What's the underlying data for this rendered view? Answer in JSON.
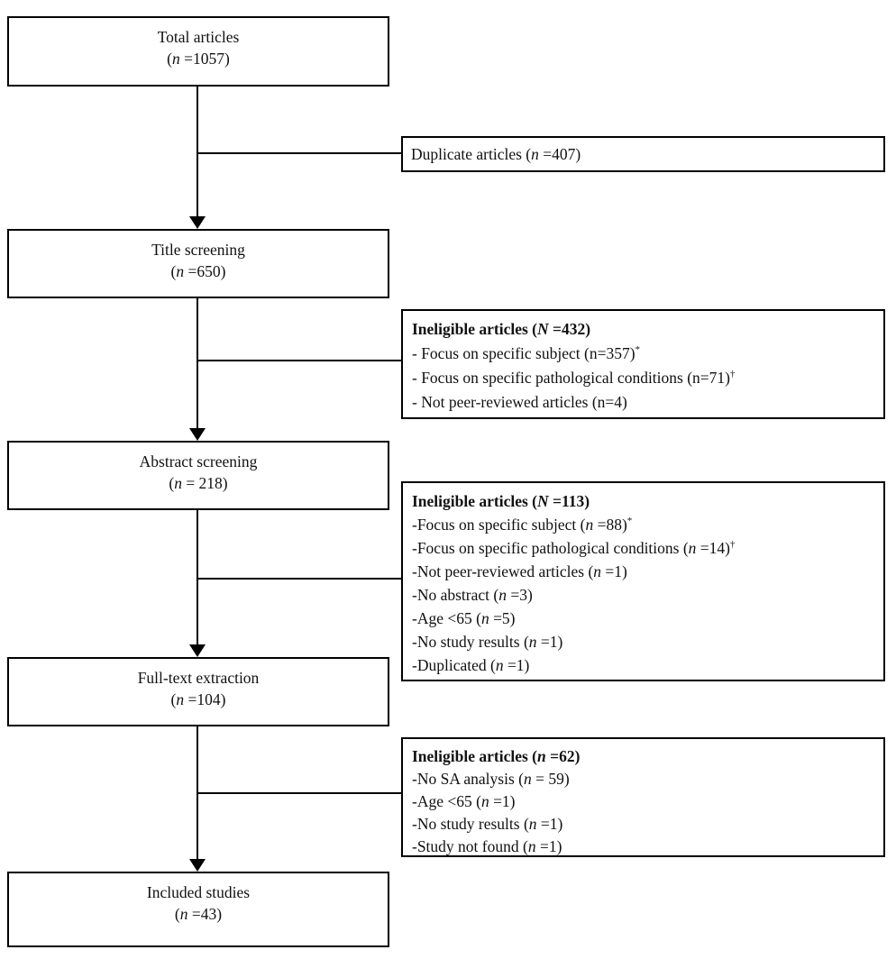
{
  "flow": {
    "colors": {
      "border": "#000000",
      "text": "#111111",
      "background": "#ffffff"
    },
    "main_boxes": [
      {
        "name": "total-articles",
        "lines": [
          [
            {
              "t": "Total articles"
            }
          ],
          [
            {
              "t": "("
            },
            {
              "t": "n",
              "s": "i"
            },
            {
              "t": " =1057)"
            }
          ]
        ]
      },
      {
        "name": "title-screening",
        "lines": [
          [
            {
              "t": "Title screening"
            }
          ],
          [
            {
              "t": "("
            },
            {
              "t": "n",
              "s": "i"
            },
            {
              "t": " =650)"
            }
          ]
        ]
      },
      {
        "name": "abstract-screening",
        "lines": [
          [
            {
              "t": "Abstract screening"
            }
          ],
          [
            {
              "t": "("
            },
            {
              "t": "n",
              "s": "i"
            },
            {
              "t": " = 218)"
            }
          ]
        ]
      },
      {
        "name": "full-text-extraction",
        "lines": [
          [
            {
              "t": "Full-text extraction"
            }
          ],
          [
            {
              "t": "("
            },
            {
              "t": "n",
              "s": "i"
            },
            {
              "t": " =104)"
            }
          ]
        ]
      },
      {
        "name": "included-studies",
        "lines": [
          [
            {
              "t": "Included studies"
            }
          ],
          [
            {
              "t": "("
            },
            {
              "t": "n",
              "s": "i"
            },
            {
              "t": " =43)"
            }
          ]
        ]
      }
    ],
    "side_boxes": [
      {
        "name": "duplicate-articles",
        "lines": [
          [
            {
              "t": "Duplicate articles ("
            },
            {
              "t": "n",
              "s": "i"
            },
            {
              "t": " =407)"
            }
          ]
        ]
      },
      {
        "name": "ineligible-title-screening",
        "lines": [
          [
            {
              "t": "Ineligible articles (",
              "s": "b"
            },
            {
              "t": "N",
              "s": "bi"
            },
            {
              "t": " =432)",
              "s": "b"
            }
          ],
          [
            {
              "t": "- Focus on specific subject (n=357)"
            },
            {
              "t": "*",
              "s": "sup"
            }
          ],
          [
            {
              "t": "- Focus on specific pathological conditions (n=71)"
            },
            {
              "t": "†",
              "s": "sup"
            }
          ],
          [
            {
              "t": "- Not peer-reviewed articles (n=4)"
            }
          ]
        ]
      },
      {
        "name": "ineligible-abstract-screening",
        "lines": [
          [
            {
              "t": "Ineligible articles (",
              "s": "b"
            },
            {
              "t": "N",
              "s": "bi"
            },
            {
              "t": " =113)",
              "s": "b"
            }
          ],
          [
            {
              "t": "-Focus on specific subject ("
            },
            {
              "t": "n",
              "s": "i"
            },
            {
              "t": " =88)"
            },
            {
              "t": "*",
              "s": "sup"
            }
          ],
          [
            {
              "t": "-Focus on specific pathological conditions ("
            },
            {
              "t": "n",
              "s": "i"
            },
            {
              "t": " =14)"
            },
            {
              "t": "†",
              "s": "sup"
            }
          ],
          [
            {
              "t": "-Not peer-reviewed articles ("
            },
            {
              "t": "n",
              "s": "i"
            },
            {
              "t": " =1)"
            }
          ],
          [
            {
              "t": "-No abstract ("
            },
            {
              "t": "n",
              "s": "i"
            },
            {
              "t": " =3)"
            }
          ],
          [
            {
              "t": "-Age <65 ("
            },
            {
              "t": "n",
              "s": "i"
            },
            {
              "t": " =5)"
            }
          ],
          [
            {
              "t": "-No study results ("
            },
            {
              "t": "n",
              "s": "i"
            },
            {
              "t": " =1)"
            }
          ],
          [
            {
              "t": "-Duplicated ("
            },
            {
              "t": "n",
              "s": "i"
            },
            {
              "t": " =1)"
            }
          ]
        ]
      },
      {
        "name": "ineligible-full-text",
        "lines": [
          [
            {
              "t": "Ineligible articles (",
              "s": "b"
            },
            {
              "t": "n",
              "s": "bi"
            },
            {
              "t": " =62)",
              "s": "b"
            }
          ],
          [
            {
              "t": "-No SA analysis ("
            },
            {
              "t": "n",
              "s": "i"
            },
            {
              "t": " = 59)"
            }
          ],
          [
            {
              "t": "-Age <65 ("
            },
            {
              "t": "n",
              "s": "i"
            },
            {
              "t": " =1)"
            }
          ],
          [
            {
              "t": "-No study results ("
            },
            {
              "t": "n",
              "s": "i"
            },
            {
              "t": " =1)"
            }
          ],
          [
            {
              "t": "-Study not found ("
            },
            {
              "t": "n",
              "s": "i"
            },
            {
              "t": " =1)"
            }
          ]
        ]
      }
    ]
  }
}
